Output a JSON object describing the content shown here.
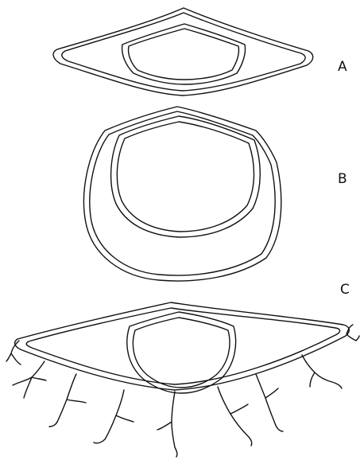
{
  "figure": {
    "panels": [
      {
        "id": "a",
        "label": "A"
      },
      {
        "id": "b",
        "label": "B"
      },
      {
        "id": "c",
        "label": "C"
      }
    ]
  },
  "colors": {
    "background": "#ffffff",
    "stroke": "#111111"
  }
}
